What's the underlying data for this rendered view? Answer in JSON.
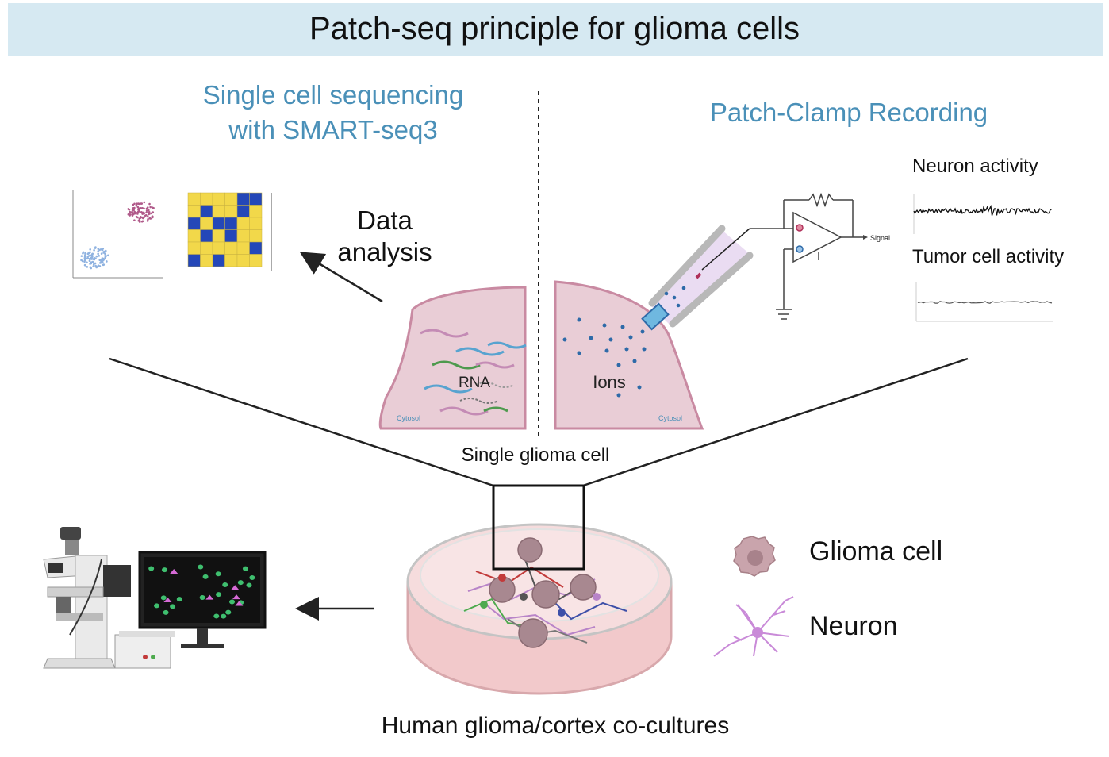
{
  "title": "Patch-seq principle for glioma cells",
  "left_section": {
    "title_line1": "Single cell sequencing",
    "title_line2": "with SMART-seq3",
    "data_analysis_line1": "Data",
    "data_analysis_line2": "analysis",
    "rna_label": "RNA",
    "cytosol_label": "Cytosol"
  },
  "right_section": {
    "title": "Patch-Clamp Recording",
    "neuron_activity": "Neuron activity",
    "tumor_activity": "Tumor cell activity",
    "signal_label": "Signal",
    "ions_label": "Ions",
    "cytosol_label": "Cytosol"
  },
  "single_cell_label": "Single glioma cell",
  "culture_label": "Human glioma/cortex co-cultures",
  "legend": {
    "glioma": "Glioma cell",
    "neuron": "Neuron"
  },
  "colors": {
    "title_bar": "#d6e9f2",
    "section_title": "#4a90b8",
    "cell_fill": "#e7c9d3",
    "heatmap_yellow": "#f2d84a",
    "heatmap_blue": "#2447b8",
    "ion_dot": "#2e6aa8"
  }
}
